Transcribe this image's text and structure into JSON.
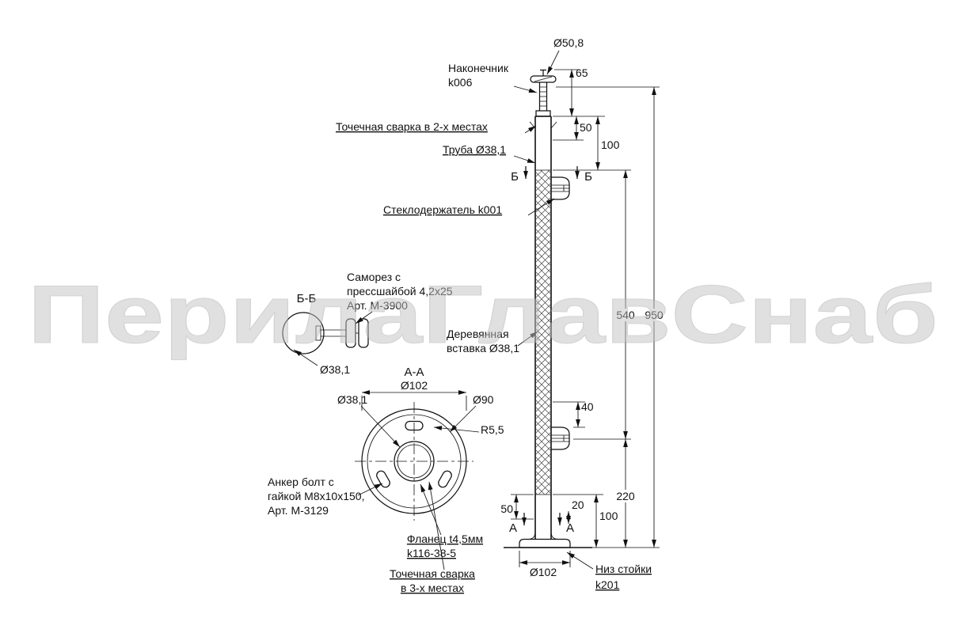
{
  "watermark": "ПерилаГлавСнаб",
  "front_view": {
    "tip_label": {
      "line1": "Наконечник",
      "line2": "k006"
    },
    "weld_label": "Точечная сварка в 2-х местах",
    "tube_label": "Труба Ø38,1",
    "glass_holder_label": "Стеклодержатель k001",
    "wood_label": {
      "line1": "Деревянная",
      "line2": "вставка Ø38,1"
    },
    "bottom_label": {
      "line1": "Низ стойки",
      "line2": "k201"
    },
    "section_marker_b": "Б",
    "section_marker_a": "А",
    "dims": {
      "tip_diameter": "Ø50,8",
      "tip_height": "65",
      "weld_offset": "50",
      "top_offset": "100",
      "insert_length": "540",
      "total_height": "950",
      "holder_offset": "40",
      "bottom_span": "220",
      "bottom_offset": "100",
      "flange_offset": "20",
      "insert_end": "50",
      "flange_diameter": "Ø102"
    }
  },
  "section_bb": {
    "title": "Б-Б",
    "screw_label": {
      "line1": "Саморез с",
      "line2": "прессшайбой 4,2х25",
      "line3": "Арт. М-3900"
    },
    "dim_insert_diameter": "Ø38,1"
  },
  "section_aa": {
    "title": "А-А",
    "dim_flange_diameter": "Ø102",
    "dim_tube_diameter": "Ø38,1",
    "dim_bolt_circle": "Ø90",
    "dim_slot_radius": "R5,5",
    "anchor_label": {
      "line1": "Анкер болт с",
      "line2": "гайкой М8х10х150,",
      "line3": "Арт. М-3129"
    },
    "flange_label": {
      "line1": "Фланец t4,5мм",
      "line2": "k116-38-5"
    },
    "weld_label": {
      "line1": "Точечная сварка",
      "line2": "в 3-х местах"
    }
  }
}
